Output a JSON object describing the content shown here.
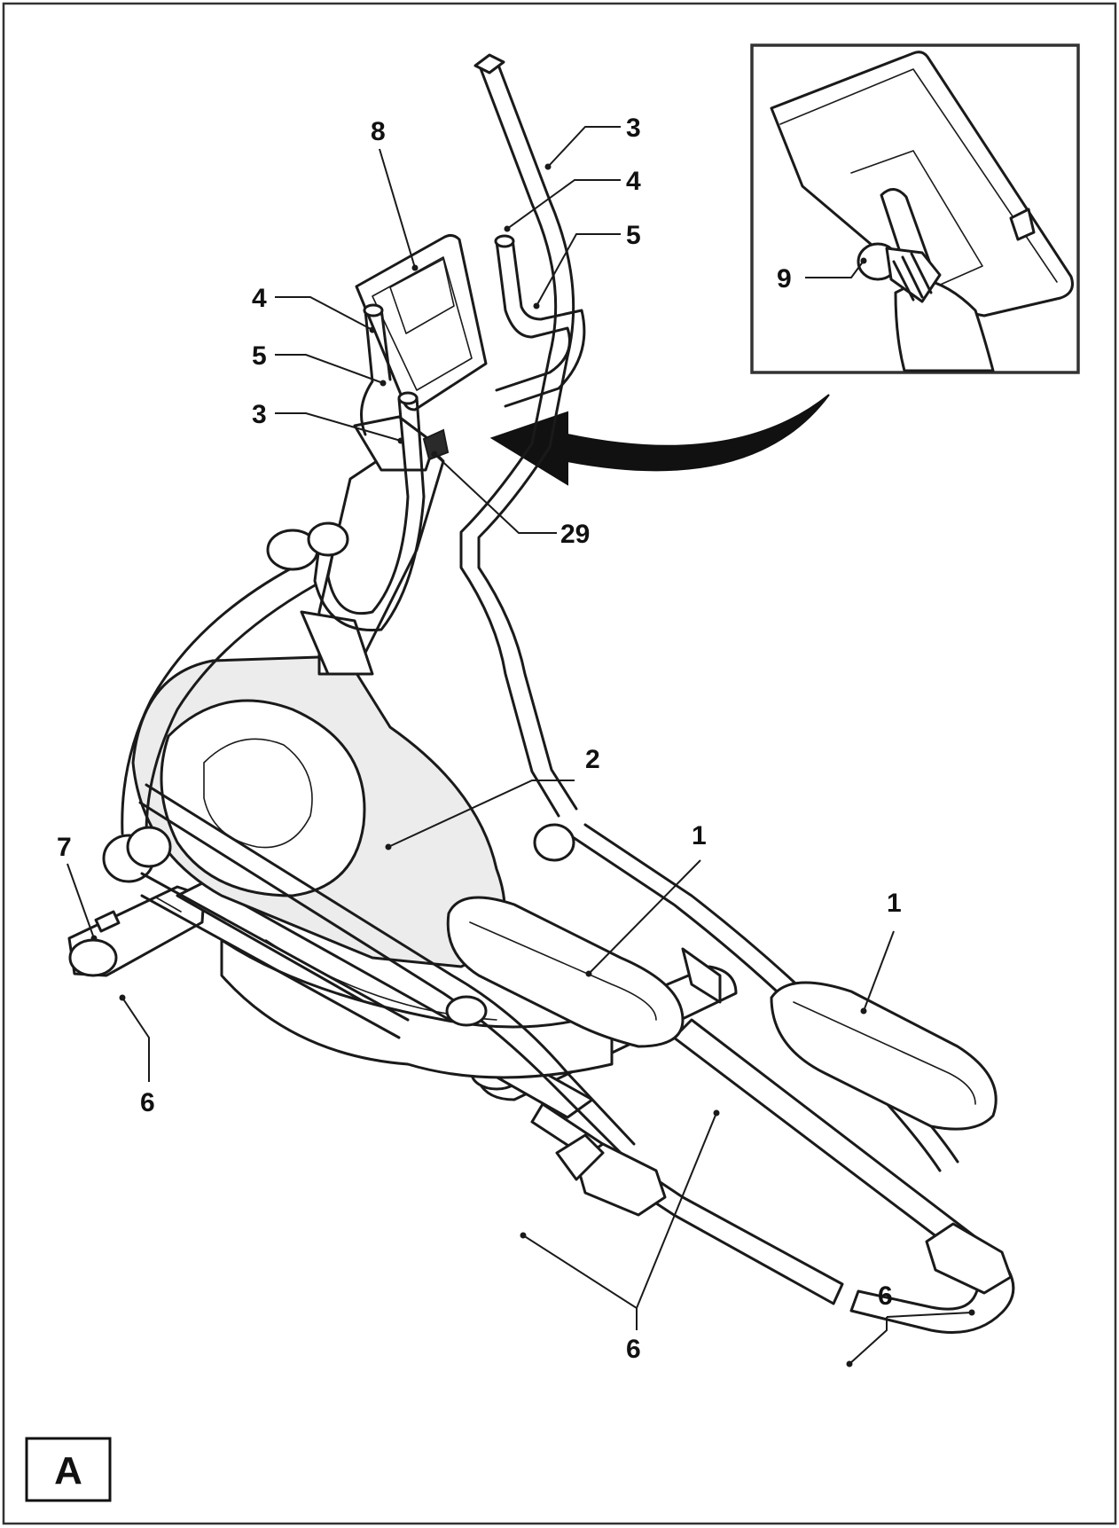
{
  "figure": {
    "label": "A"
  },
  "callouts": {
    "c1a": "1",
    "c1b": "1",
    "c2": "2",
    "c3a": "3",
    "c3b": "3",
    "c4a": "4",
    "c4b": "4",
    "c5a": "5",
    "c5b": "5",
    "c6a": "6",
    "c6b": "6",
    "c6c": "6",
    "c7": "7",
    "c8": "8",
    "c9": "9",
    "c29": "29"
  },
  "icons": {
    "arrow": "curved-arrow-icon",
    "machine": "elliptical-trainer-illustration",
    "inset": "console-knob-detail-illustration"
  }
}
